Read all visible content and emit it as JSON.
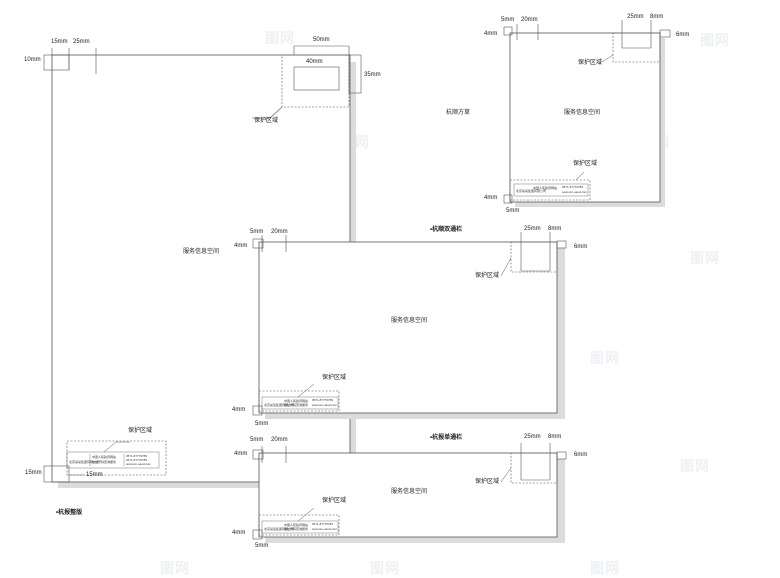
{
  "labels": {
    "m15": "15mm",
    "m25": "25mm",
    "m10": "10mm",
    "m50": "50mm",
    "m40": "40mm",
    "m35": "35mm",
    "m20": "20mm",
    "m5": "5mm",
    "m8": "8mm",
    "m6": "6mm",
    "m4": "4mm",
    "protect": "保护区域",
    "service": "服务信息空间",
    "vertical_plan": "杭顺方草",
    "double_bar": "•杭顺双通栏",
    "single_bar": "•杭报单通栏",
    "full_page": "•杭报整版"
  },
  "info_block": {
    "col1": "北京某某集团有限公司",
    "col2_l1": "中国人民政府网站",
    "col2_l2": "地址号码查询服务",
    "col3_l1": "0571-87776789",
    "col3_l2": "0571-87776789",
    "col3_l3": "www.sin-uasd.com"
  },
  "watermark": "图网"
}
